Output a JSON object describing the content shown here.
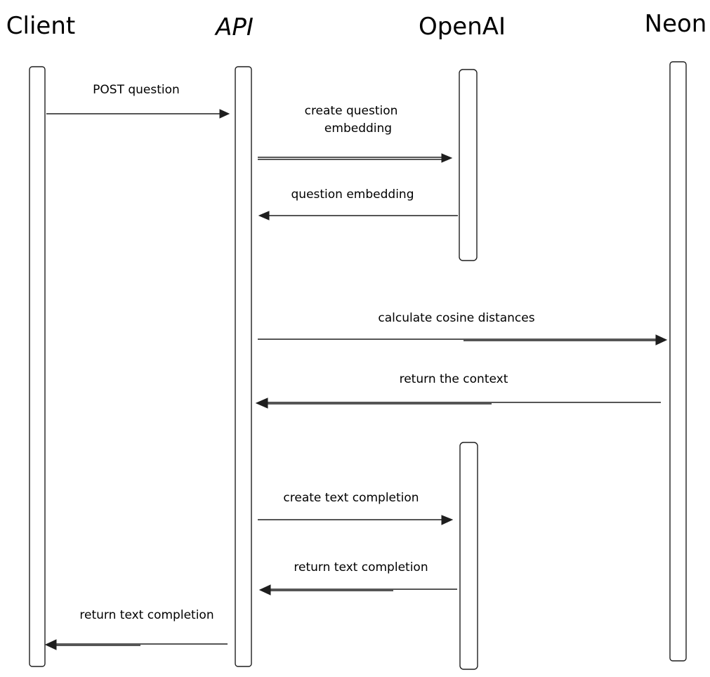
{
  "participants": {
    "client": "Client",
    "api": "API",
    "openai": "OpenAI",
    "neon": "Neon"
  },
  "messages": {
    "post_question": "POST question",
    "create_embedding_line1": "create question",
    "create_embedding_line2": "embedding",
    "question_embedding": "question embedding",
    "calc_cosine": "calculate cosine distances",
    "return_context": "return the context",
    "create_completion": "create text completion",
    "return_completion_openai": "return text completion",
    "return_completion_client": "return text completion"
  }
}
